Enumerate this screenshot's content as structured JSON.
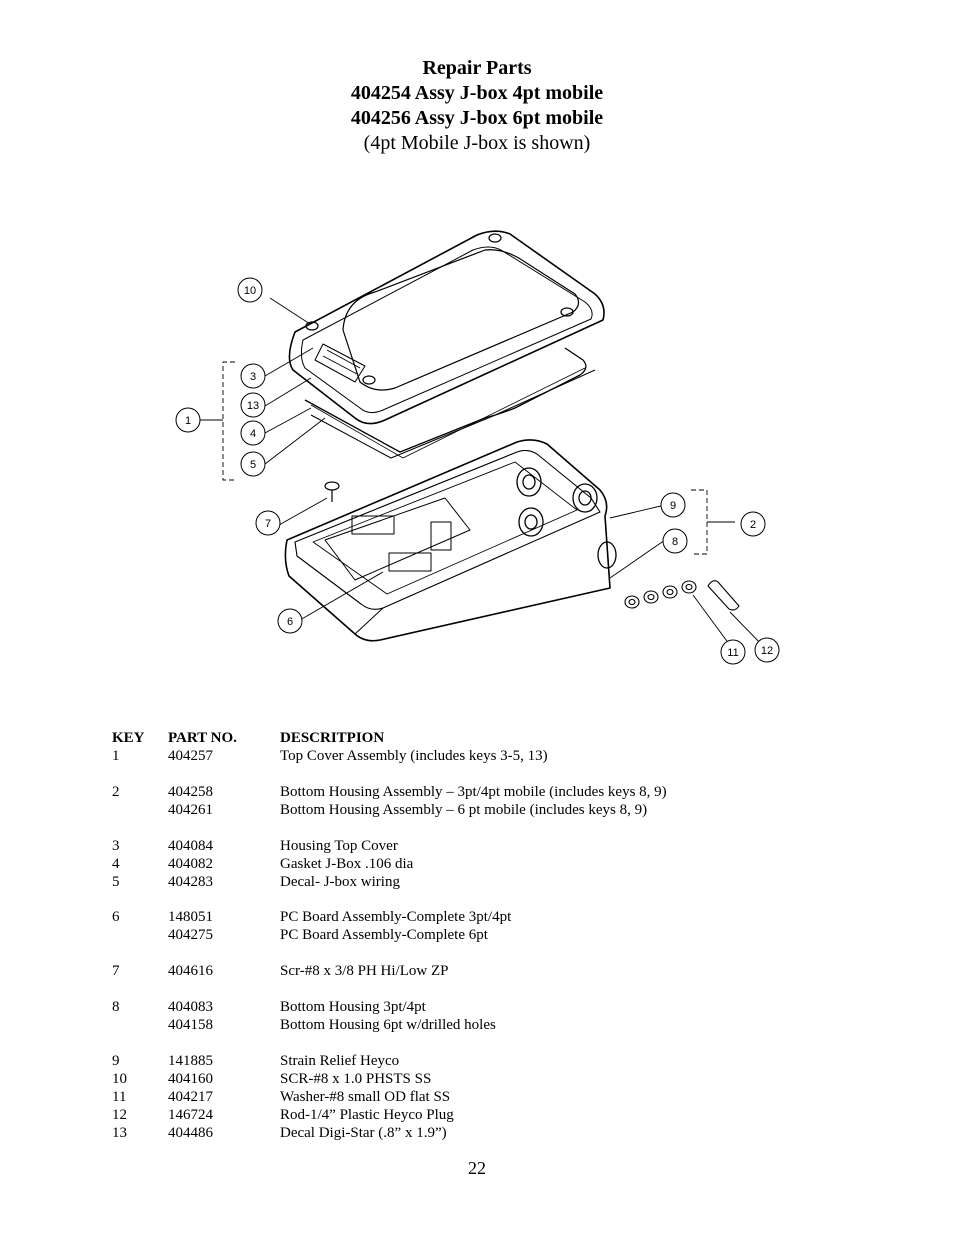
{
  "heading": {
    "line1": "Repair Parts",
    "line2": "404254 Assy J-box 4pt mobile",
    "line3": "404256 Assy J-box 6pt mobile",
    "line4": "(4pt Mobile J-box is shown)"
  },
  "diagram": {
    "callouts": {
      "c1": "1",
      "c2": "2",
      "c3": "3",
      "c4": "4",
      "c5": "5",
      "c6": "6",
      "c7": "7",
      "c8": "8",
      "c9": "9",
      "c10": "10",
      "c11": "11",
      "c12": "12",
      "c13": "13"
    }
  },
  "table": {
    "headers": {
      "key": "KEY",
      "part": "PART NO.",
      "desc": "DESCRITPION"
    },
    "rows": [
      {
        "key": "1",
        "part": "404257",
        "desc": "Top Cover Assembly (includes keys 3-5, 13)"
      },
      {
        "key": "2",
        "part": "404258",
        "desc": "Bottom Housing Assembly – 3pt/4pt mobile (includes keys 8, 9)"
      },
      {
        "key": "",
        "part": "404261",
        "desc": "Bottom Housing Assembly – 6 pt mobile (includes keys 8, 9)"
      },
      {
        "key": "3",
        "part": "404084",
        "desc": "Housing Top Cover"
      },
      {
        "key": "4",
        "part": "404082",
        "desc": "Gasket J-Box .106 dia"
      },
      {
        "key": "5",
        "part": "404283",
        "desc": "Decal- J-box wiring"
      },
      {
        "key": "6",
        "part": "148051",
        "desc": "PC Board Assembly-Complete  3pt/4pt"
      },
      {
        "key": "",
        "part": "404275",
        "desc": "PC Board Assembly-Complete  6pt"
      },
      {
        "key": "7",
        "part": "404616",
        "desc": "Scr-#8 x 3/8  PH Hi/Low  ZP"
      },
      {
        "key": "8",
        "part": "404083",
        "desc": "Bottom Housing 3pt/4pt"
      },
      {
        "key": "",
        "part": "404158",
        "desc": "Bottom Housing  6pt w/drilled holes"
      },
      {
        "key": "9",
        "part": "141885",
        "desc": "Strain Relief  Heyco"
      },
      {
        "key": "10",
        "part": "404160",
        "desc": "SCR-#8 x 1.0 PHSTS  SS"
      },
      {
        "key": "11",
        "part": "404217",
        "desc": "Washer-#8 small OD flat SS"
      },
      {
        "key": "12",
        "part": "146724",
        "desc": "Rod-1/4” Plastic Heyco Plug"
      },
      {
        "key": "13",
        "part": "404486",
        "desc": "Decal Digi-Star  (.8” x 1.9”)"
      }
    ]
  },
  "page_number": "22"
}
